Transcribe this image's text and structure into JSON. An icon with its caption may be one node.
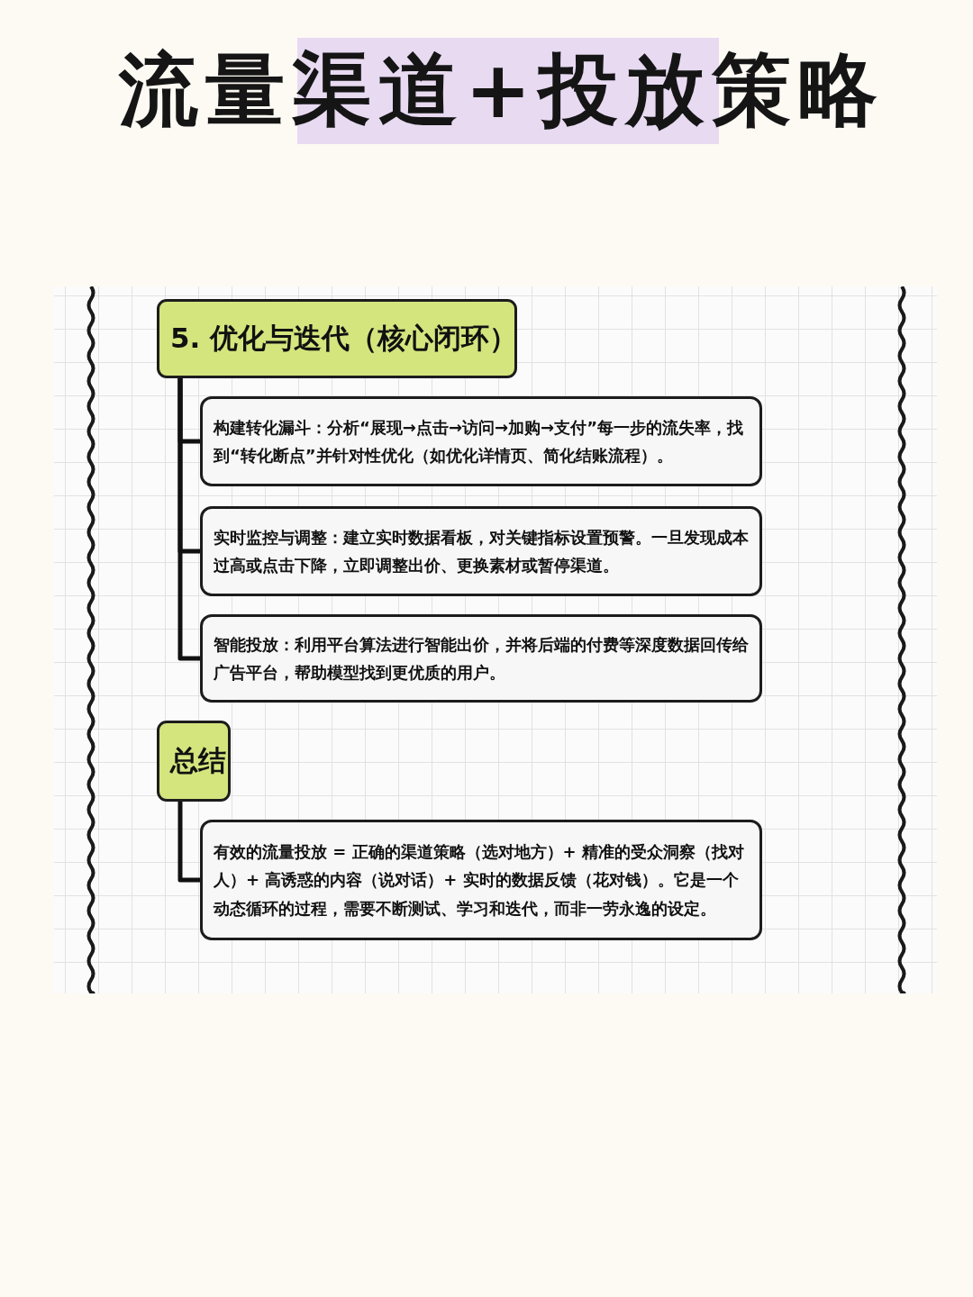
{
  "diagram": {
    "title": "流量渠道+投放策略",
    "nodes": [
      {
        "text": [
          "5. 优化与迭代（核心闭环）"
        ]
      },
      {
        "text": [
          "构建转化漏斗：分析“展现→点击→访问→加购→支付”每一步的流失率，找到“转化断点”并针对性优化（如优化详情页、简化结账流程）。"
        ]
      },
      {
        "text": [
          "实时监控与调整：建立实时数据看板，对关键指标设置预警。一旦发现成本过高或点击下降，立即调整出价、更换素材或暂停渠道。"
        ]
      },
      {
        "text": [
          "智能投放：利用平台算法进行智能出价，并将后端的付费等深度数据回传给广告平台，帮助模型找到更优质的用户。"
        ]
      },
      {
        "text": [
          "总结"
        ]
      },
      {
        "text": [
          "有效的流量投放 = 正确的渠道策略（选对地方）+ 精准的受众洞察（找对人）+ 高诱惑的内容（说对话）+ 实时的数据反馈（花对钱）。它是一个动态循环的过程，需要不断测试、学习和迭代，而非一劳永逸的设定。"
        ]
      }
    ],
    "edges": [
      {
        "from": 0,
        "to": 1,
        "arrow": "none"
      },
      {
        "from": 0,
        "to": 2,
        "arrow": "none"
      },
      {
        "from": 0,
        "to": 3,
        "arrow": "none"
      },
      {
        "from": 4,
        "to": 5,
        "arrow": "none"
      }
    ]
  }
}
